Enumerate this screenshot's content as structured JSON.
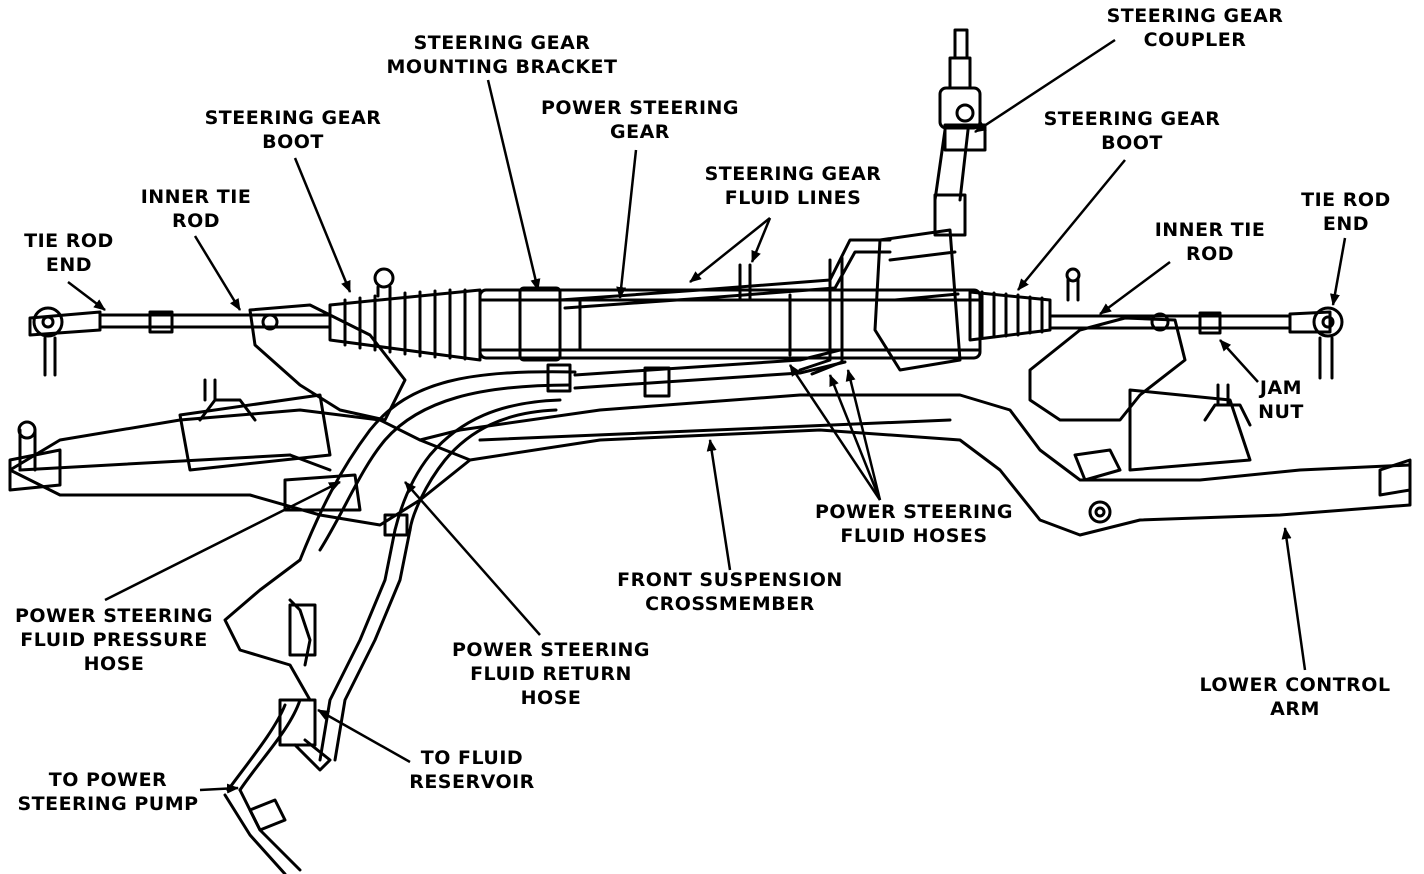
{
  "labels": {
    "steering_gear_coupler": [
      "STEERING GEAR",
      "COUPLER"
    ],
    "steering_gear_mounting_bracket": [
      "STEERING GEAR",
      "MOUNTING BRACKET"
    ],
    "power_steering_gear": [
      "POWER STEERING",
      "GEAR"
    ],
    "steering_gear_boot_left": [
      "STEERING GEAR",
      "BOOT"
    ],
    "steering_gear_boot_right": [
      "STEERING GEAR",
      "BOOT"
    ],
    "steering_gear_fluid_lines": [
      "STEERING GEAR",
      "FLUID LINES"
    ],
    "inner_tie_rod_left": [
      "INNER TIE",
      "ROD"
    ],
    "inner_tie_rod_right": [
      "INNER TIE",
      "ROD"
    ],
    "tie_rod_end_left": [
      "TIE ROD",
      "END"
    ],
    "tie_rod_end_right": [
      "TIE ROD",
      "END"
    ],
    "jam_nut": [
      "JAM",
      "NUT"
    ],
    "power_steering_fluid_hoses": [
      "POWER STEERING",
      "FLUID HOSES"
    ],
    "front_suspension_crossmember": [
      "FRONT SUSPENSION",
      "CROSSMEMBER"
    ],
    "power_steering_fluid_pressure_hose": [
      "POWER STEERING",
      "FLUID PRESSURE",
      "HOSE"
    ],
    "power_steering_fluid_return_hose": [
      "POWER STEERING",
      "FLUID RETURN",
      "HOSE"
    ],
    "lower_control_arm": [
      "LOWER CONTROL",
      "ARM"
    ],
    "to_fluid_reservoir": [
      "TO FLUID",
      "RESERVOIR"
    ],
    "to_power_steering_pump": [
      "TO POWER",
      "STEERING PUMP"
    ]
  },
  "colors": {
    "ink": "#000000",
    "paper": "#ffffff"
  }
}
